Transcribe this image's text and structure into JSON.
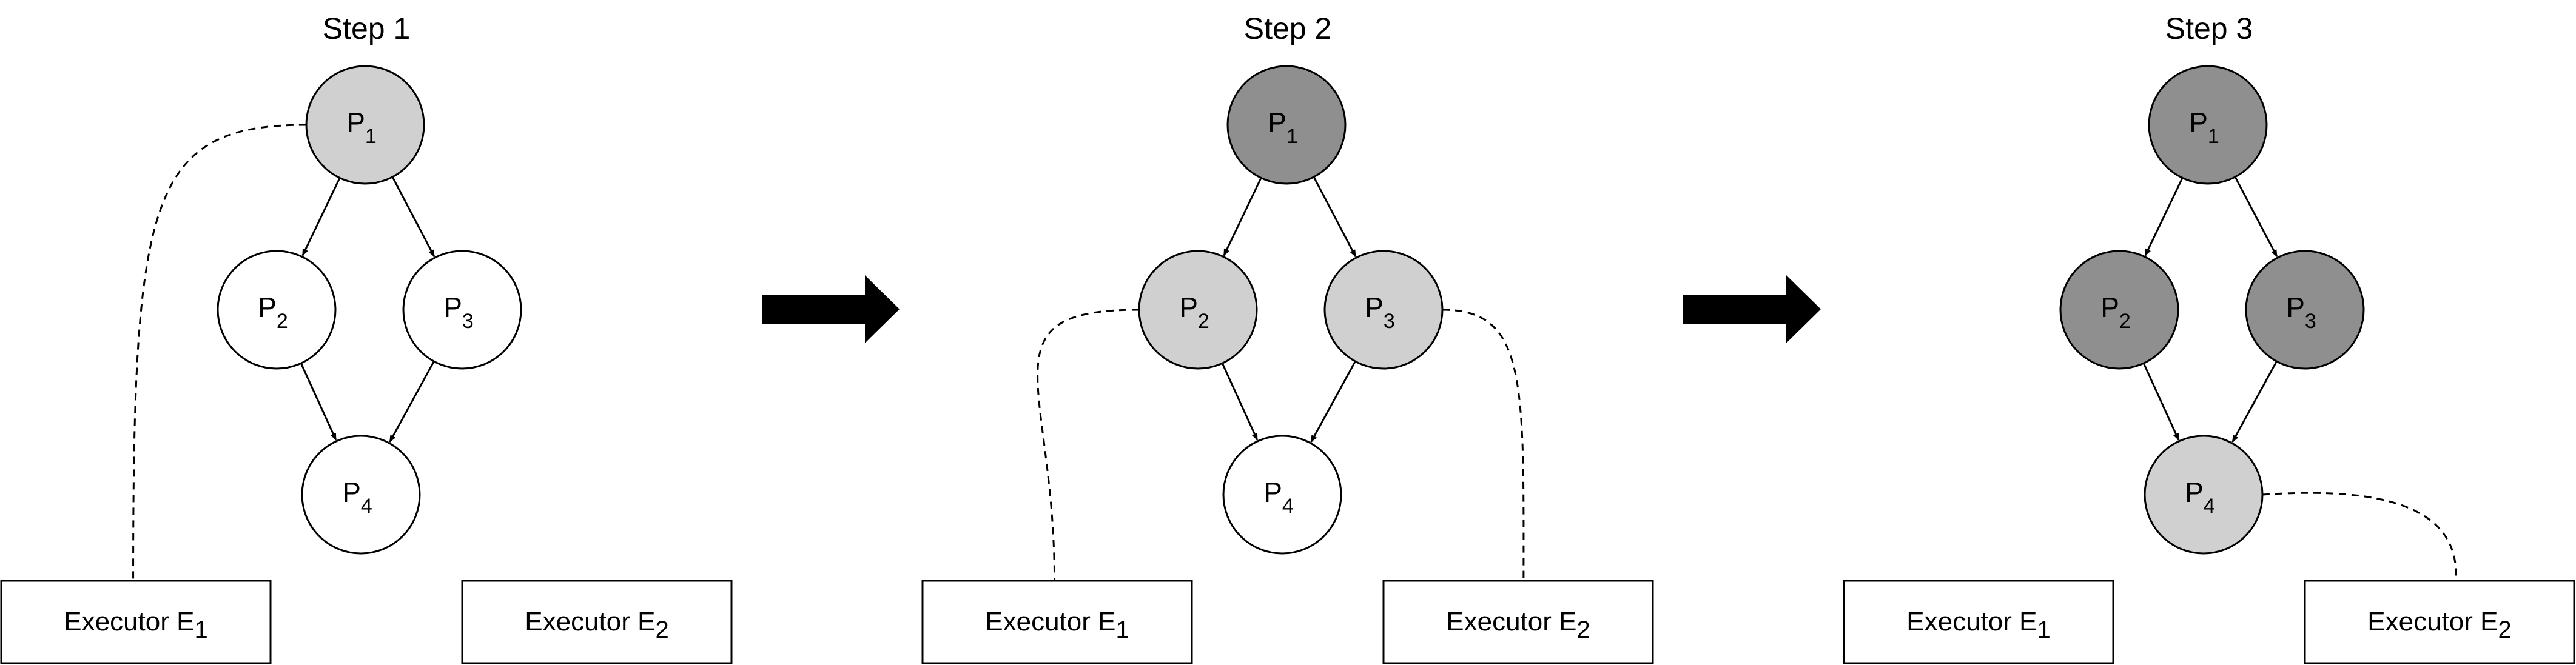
{
  "steps": [
    {
      "title": "Step 1",
      "nodes": [
        {
          "id": "P1",
          "letter": "P",
          "sub": "1",
          "state": "running"
        },
        {
          "id": "P2",
          "letter": "P",
          "sub": "2",
          "state": "pending"
        },
        {
          "id": "P3",
          "letter": "P",
          "sub": "3",
          "state": "pending"
        },
        {
          "id": "P4",
          "letter": "P",
          "sub": "4",
          "state": "pending"
        }
      ],
      "assignments": [
        {
          "node": "P1",
          "executor": "E1"
        }
      ]
    },
    {
      "title": "Step 2",
      "nodes": [
        {
          "id": "P1",
          "letter": "P",
          "sub": "1",
          "state": "done"
        },
        {
          "id": "P2",
          "letter": "P",
          "sub": "2",
          "state": "running"
        },
        {
          "id": "P3",
          "letter": "P",
          "sub": "3",
          "state": "running"
        },
        {
          "id": "P4",
          "letter": "P",
          "sub": "4",
          "state": "pending"
        }
      ],
      "assignments": [
        {
          "node": "P2",
          "executor": "E1"
        },
        {
          "node": "P3",
          "executor": "E2"
        }
      ]
    },
    {
      "title": "Step 3",
      "nodes": [
        {
          "id": "P1",
          "letter": "P",
          "sub": "1",
          "state": "done"
        },
        {
          "id": "P2",
          "letter": "P",
          "sub": "2",
          "state": "done"
        },
        {
          "id": "P3",
          "letter": "P",
          "sub": "3",
          "state": "done"
        },
        {
          "id": "P4",
          "letter": "P",
          "sub": "4",
          "state": "running"
        }
      ],
      "assignments": [
        {
          "node": "P4",
          "executor": "E2"
        }
      ]
    }
  ],
  "edges": [
    [
      "P1",
      "P2"
    ],
    [
      "P1",
      "P3"
    ],
    [
      "P2",
      "P4"
    ],
    [
      "P3",
      "P4"
    ]
  ],
  "executors": [
    {
      "id": "E1",
      "prefix": "Executor E",
      "sub": "1"
    },
    {
      "id": "E2",
      "prefix": "Executor E",
      "sub": "2"
    }
  ],
  "colors": {
    "pending": "#ffffff",
    "running": "#d0d0d0",
    "done": "#8f8f8f",
    "stroke": "#000000",
    "arrow": "#000000"
  }
}
